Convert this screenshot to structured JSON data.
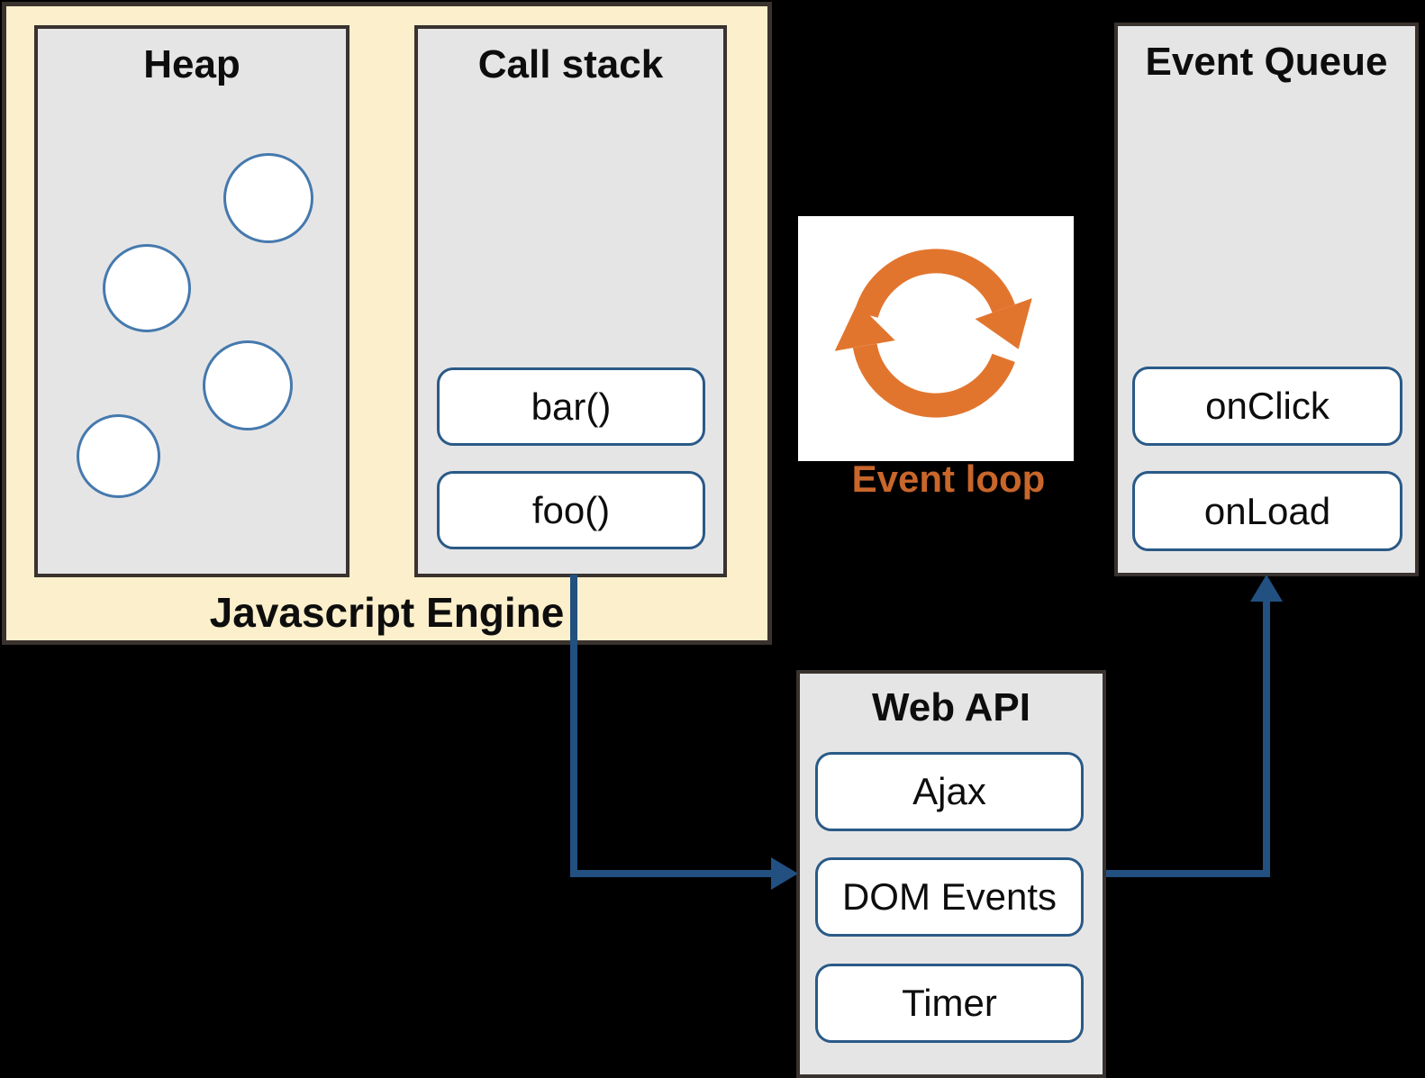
{
  "engine": {
    "label": "Javascript Engine",
    "heap": {
      "title": "Heap"
    },
    "call_stack": {
      "title": "Call stack",
      "frames": [
        "bar()",
        "foo()"
      ]
    }
  },
  "event_loop": {
    "label": "Event loop",
    "icon": "cycle-arrows-icon"
  },
  "event_queue": {
    "title": "Event Queue",
    "items": [
      "onClick",
      "onLoad"
    ]
  },
  "web_api": {
    "title": "Web API",
    "items": [
      "Ajax",
      "DOM Events",
      "Timer"
    ]
  },
  "colors": {
    "background": "#000000",
    "engine_fill": "#FCEFCB",
    "panel_fill": "#E6E5E6",
    "panel_border": "#39322E",
    "item_border": "#2A5A87",
    "circle_border": "#4579AD",
    "arrow": "#215081",
    "loop_icon_orange": "#E2752E",
    "loop_label_orange": "#C8662B"
  }
}
